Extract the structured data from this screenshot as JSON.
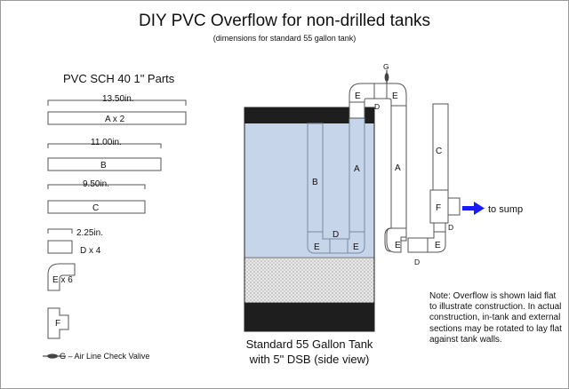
{
  "title": "DIY PVC Overflow for non-drilled tanks",
  "subtitle": "(dimensions for standard 55 gallon tank)",
  "parts": {
    "heading": "PVC SCH 40 1\" Parts",
    "a": {
      "dimension": "13.50in.",
      "label": "A x 2"
    },
    "b": {
      "dimension": "11.00in.",
      "label": "B"
    },
    "c": {
      "dimension": "9.50in.",
      "label": "C"
    },
    "d": {
      "dimension": "2.25in.",
      "label": "D x 4"
    },
    "e": {
      "label": "E x 6"
    },
    "f": {
      "label": "F"
    },
    "g": {
      "label": "G – Air Line Check Valive"
    }
  },
  "tank": {
    "caption_line1": "Standard 55 Gallon Tank",
    "caption_line2": "with 5\" DSB (side view)",
    "pipe_labels": {
      "b": "B",
      "a": "A",
      "d": "D",
      "e_left": "E",
      "e_right": "E"
    }
  },
  "external": {
    "labels": {
      "g": "G",
      "e_top_left": "E",
      "e_top_right": "E",
      "d_top": "D",
      "a": "A",
      "c": "C",
      "f": "F",
      "d_right": "D",
      "e_bottom_left": "E",
      "e_bottom_right": "E",
      "d_bottom": "D"
    },
    "to_sump": "to sump",
    "arrow_color": "#1a1aff"
  },
  "note": "Note: Overflow is shown laid flat to illustrate  construction. In actual construction, in-tank and external sections may be rotated to lay flat against tank walls.",
  "colors": {
    "water": "#c7d5ea",
    "tank_band": "#1e1e1e",
    "pipe_fill": "#ffffff",
    "pipe_stroke": "#555555"
  }
}
